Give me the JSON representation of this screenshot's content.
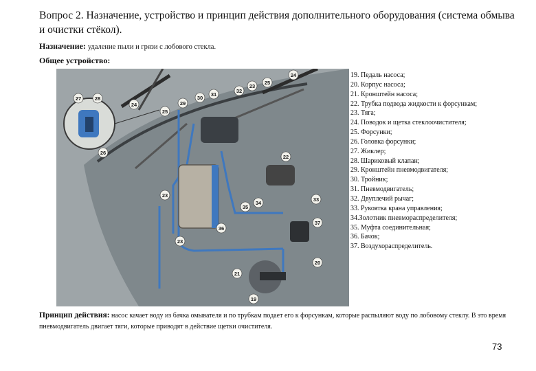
{
  "title": "Вопрос 2. Назначение, устройство и принцип действия дополнительного оборудования (система обмыва и очистки стёкол).",
  "purpose": {
    "label": "Назначение:",
    "text": "удаление пыли и грязи с лобового стекла."
  },
  "structure_label": "Общее устройство:",
  "legend": [
    "19. Педаль насоса;",
    "20. Корпус насоса;",
    "21. Кронштейн насоса;",
    "22. Трубка подвода жидкости к форсункам;",
    "23. Тяга;",
    "24. Поводок и щетка стеклоочистителя;",
    "25. Форсунки;",
    "26. Головка форсунки;",
    "27. Жиклер;",
    "28. Шариковый клапан;",
    "29. Кронштейн пневмодвигателя;",
    "30. Тройник;",
    "31. Пневмодвигатель;",
    "32. Двуплечий рычаг;",
    "33. Рукоятка крана управления;",
    "34.Золотник пневмораспределителя;",
    "35. Муфта соединительная;",
    "36. Бачок;",
    "37. Воздухораспределитель."
  ],
  "principle": {
    "label": "Принцип действия:",
    "text": "насос качает воду из бачка омывателя и по трубкам подает его к форсункам, которые распыляют воду по лобовому стеклу. В это время пневмодвигатель двигает тяги, которые приводят в действие щетки очистителя."
  },
  "callouts": {
    "c19": "19",
    "c20": "20",
    "c21": "21",
    "c22": "22",
    "c23a": "23",
    "c23b": "23",
    "c23c": "23",
    "c24a": "24",
    "c24b": "24",
    "c25a": "25",
    "c25b": "25",
    "c26": "26",
    "c27": "27",
    "c28": "28",
    "c29": "29",
    "c30": "30",
    "c31": "31",
    "c32": "32",
    "c33": "33",
    "c34": "34",
    "c35": "35",
    "c36": "36",
    "c37": "37"
  },
  "page_number": "73",
  "colors": {
    "figure_background": "#9ea5a8",
    "windshield": "#7f888c",
    "tube_blue": "#3f78bf",
    "callout_fill": "#f2f2ec"
  }
}
